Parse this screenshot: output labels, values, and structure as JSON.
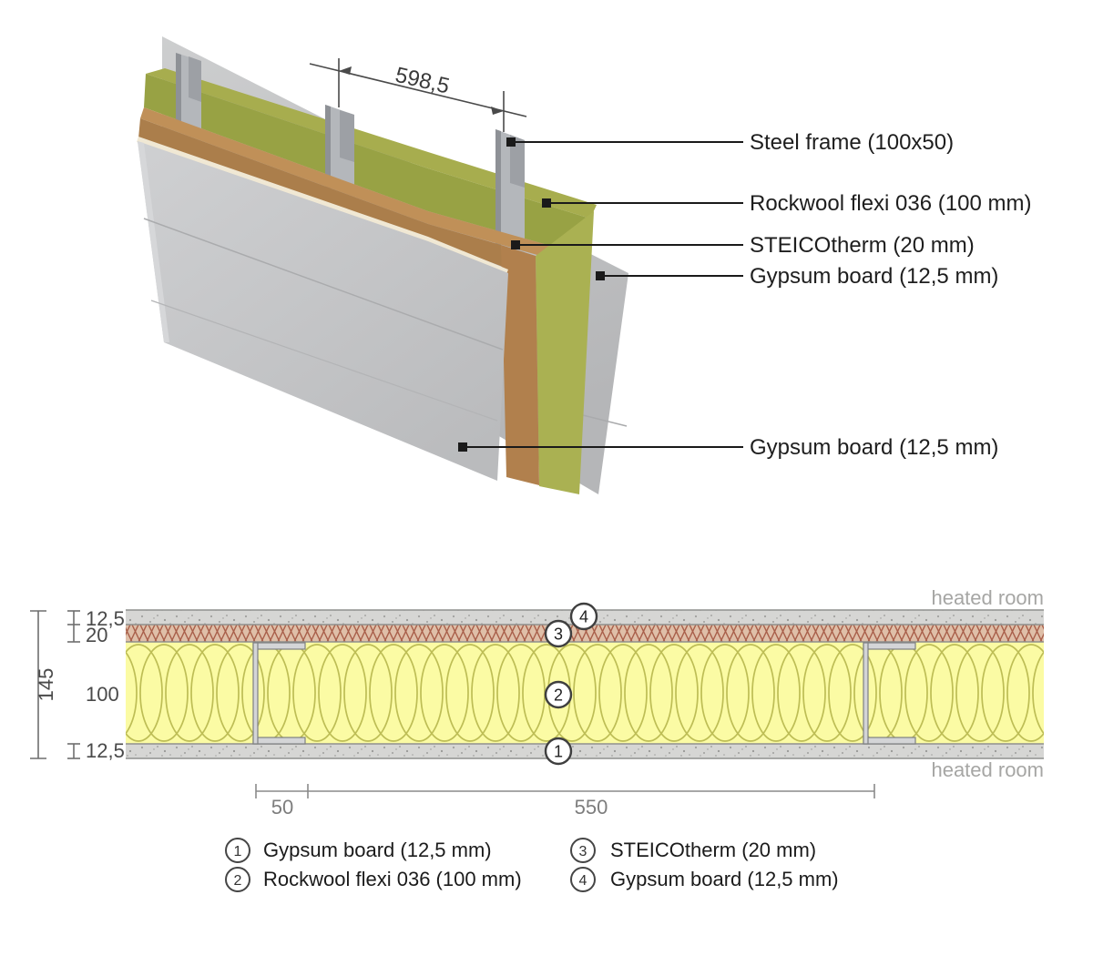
{
  "diagram3d": {
    "dimension_spacing": "598,5",
    "labels": {
      "steel_frame": "Steel frame (100x50)",
      "rockwool": "Rockwool flexi 036 (100 mm)",
      "steicotherm": "STEICOtherm (20 mm)",
      "gypsum_back": "Gypsum board (12,5 mm)",
      "gypsum_front": "Gypsum board (12,5 mm)"
    }
  },
  "cross_section": {
    "room_label_top": "heated room",
    "room_label_bottom": "heated room",
    "dimensions": {
      "total": "145",
      "layer_top_gypsum": "12,5",
      "layer_steico": "20",
      "layer_rockwool": "100",
      "layer_bottom_gypsum": "12,5",
      "stud_width": "50",
      "stud_spacing": "550"
    },
    "callouts": [
      "1",
      "2",
      "3",
      "4"
    ]
  },
  "legend": {
    "items": [
      {
        "num": "1",
        "label": "Gypsum board (12,5 mm)"
      },
      {
        "num": "2",
        "label": "Rockwool flexi 036 (100 mm)"
      },
      {
        "num": "3",
        "label": "STEICOtherm (20 mm)"
      },
      {
        "num": "4",
        "label": "Gypsum board (12,5 mm)"
      }
    ]
  },
  "colors": {
    "rockwool_green_top": "#a7ad4e",
    "rockwool_green_front": "#98a244",
    "rockwool_green_end": "#aab152",
    "steico_brown_top": "#c09058",
    "steico_brown_front": "#ab7e4b",
    "steico_brown_end": "#b1804d",
    "gypsum_gray": "#c6c7c9",
    "steel_gray": "#b4b7bb",
    "insulation_yellow": "#fbfba4",
    "lattice_red_brown": "#a95f4a",
    "speckle_gray": "#d6d6d4",
    "dimension_gray": "#7d7d7d",
    "room_label_gray": "#a6a6a4",
    "leader_black": "#1a1a1a"
  }
}
